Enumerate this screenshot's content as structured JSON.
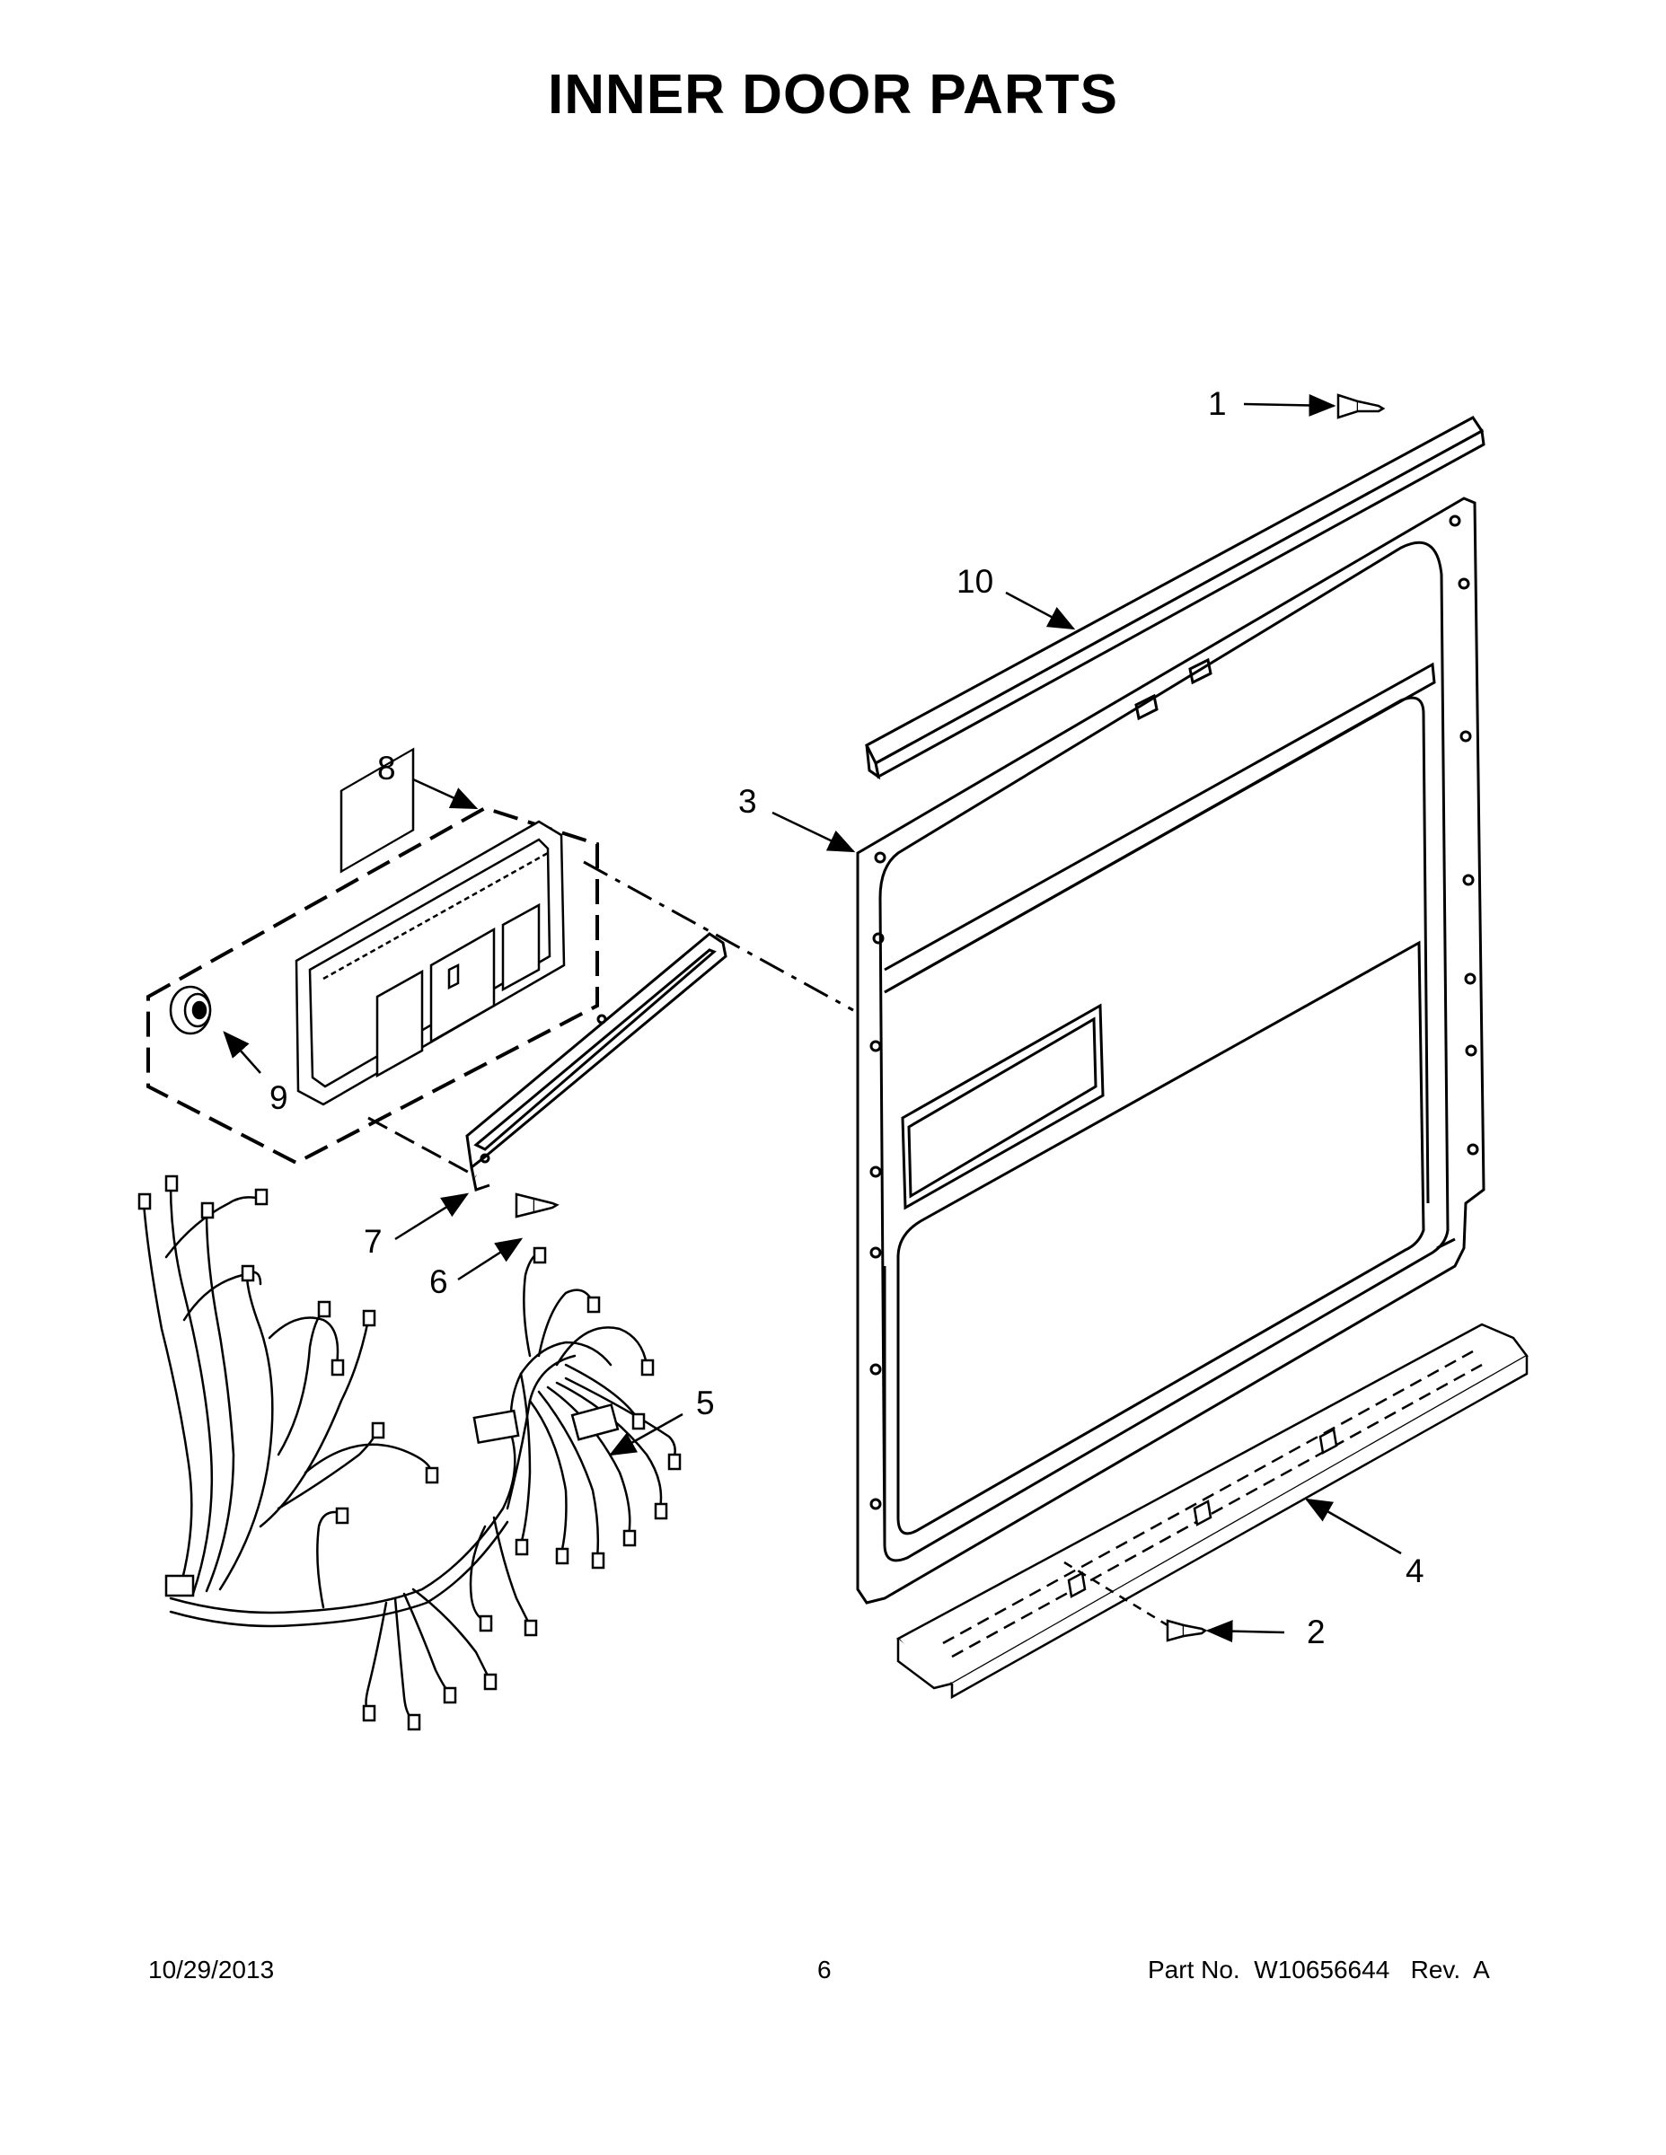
{
  "page": {
    "title": "INNER DOOR PARTS"
  },
  "callouts": [
    {
      "id": "1",
      "label": "1"
    },
    {
      "id": "2",
      "label": "2"
    },
    {
      "id": "3",
      "label": "3"
    },
    {
      "id": "4",
      "label": "4"
    },
    {
      "id": "5",
      "label": "5"
    },
    {
      "id": "6",
      "label": "6"
    },
    {
      "id": "7",
      "label": "7"
    },
    {
      "id": "8",
      "label": "8"
    },
    {
      "id": "9",
      "label": "9"
    },
    {
      "id": "10",
      "label": "10"
    }
  ],
  "footer": {
    "date": "10/29/2013",
    "page_number": "6",
    "part_number": "Part No.  W10656644   Rev.  A"
  }
}
